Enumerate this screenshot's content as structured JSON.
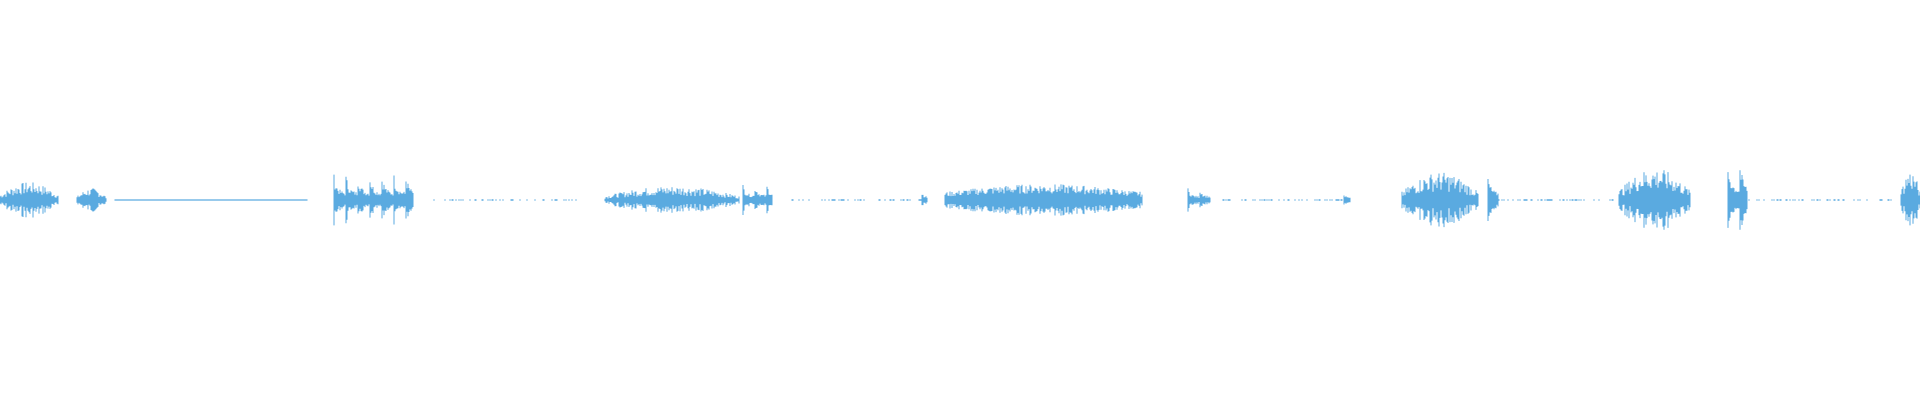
{
  "waveform": {
    "color": "#5aaae0",
    "background": "#ffffff",
    "segments": [
      {
        "start": 0.0,
        "end": 0.03,
        "amp": 0.09,
        "style": "burst"
      },
      {
        "start": 0.04,
        "end": 0.055,
        "amp": 0.06,
        "style": "burst"
      },
      {
        "start": 0.06,
        "end": 0.16,
        "amp": 0.01,
        "style": "line"
      },
      {
        "start": 0.174,
        "end": 0.215,
        "amp": 0.13,
        "style": "transients"
      },
      {
        "start": 0.22,
        "end": 0.3,
        "amp": 0.01,
        "style": "dots"
      },
      {
        "start": 0.315,
        "end": 0.385,
        "amp": 0.07,
        "style": "burst"
      },
      {
        "start": 0.387,
        "end": 0.402,
        "amp": 0.08,
        "style": "transients"
      },
      {
        "start": 0.41,
        "end": 0.48,
        "amp": 0.01,
        "style": "dots"
      },
      {
        "start": 0.48,
        "end": 0.483,
        "amp": 0.04,
        "style": "transients"
      },
      {
        "start": 0.492,
        "end": 0.595,
        "amp": 0.08,
        "style": "dense"
      },
      {
        "start": 0.619,
        "end": 0.63,
        "amp": 0.06,
        "style": "transients"
      },
      {
        "start": 0.63,
        "end": 0.7,
        "amp": 0.01,
        "style": "dots"
      },
      {
        "start": 0.7,
        "end": 0.703,
        "amp": 0.03,
        "style": "transients"
      },
      {
        "start": 0.73,
        "end": 0.77,
        "amp": 0.14,
        "style": "burst"
      },
      {
        "start": 0.775,
        "end": 0.78,
        "amp": 0.12,
        "style": "transients"
      },
      {
        "start": 0.78,
        "end": 0.84,
        "amp": 0.01,
        "style": "dots"
      },
      {
        "start": 0.843,
        "end": 0.88,
        "amp": 0.16,
        "style": "burst"
      },
      {
        "start": 0.9,
        "end": 0.91,
        "amp": 0.19,
        "style": "transients"
      },
      {
        "start": 0.91,
        "end": 0.985,
        "amp": 0.01,
        "style": "dots"
      },
      {
        "start": 0.99,
        "end": 1.0,
        "amp": 0.15,
        "style": "burst"
      }
    ]
  }
}
